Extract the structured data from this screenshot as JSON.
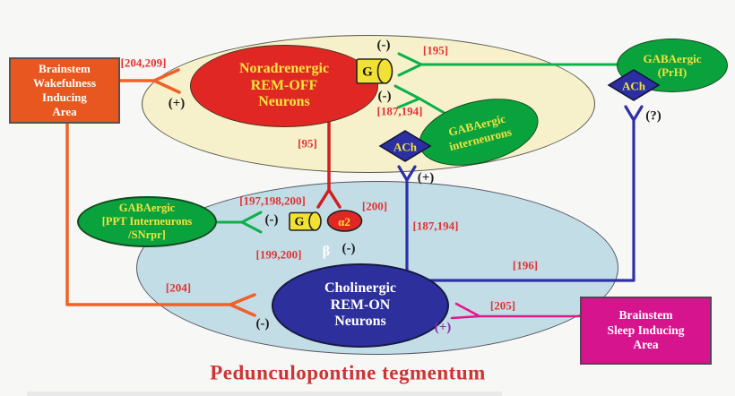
{
  "title": "Pedunculopontine tegmentum",
  "boxes": {
    "wakefulness": {
      "line1": "Brainstem",
      "line2": "Wakefulness",
      "line3": "Inducing",
      "line4": "Area"
    },
    "sleep": {
      "line1": "Brainstem",
      "line2": "Sleep Inducing",
      "line3": "Area"
    }
  },
  "neurons": {
    "rem_off": {
      "line1": "Noradrenergic",
      "line2": "REM-OFF",
      "line3": "Neurons"
    },
    "rem_on": {
      "line1": "Cholinergic",
      "line2": "REM-ON",
      "line3": "Neurons"
    },
    "gaba_prh": {
      "line1": "GABAergic",
      "line2": "(PrH)"
    },
    "gaba_interneurons": {
      "line1": "GABAergic",
      "line2": "interneurons"
    },
    "gaba_ppt": {
      "line1": "GABAergic",
      "line2": "[PPT Interneurons",
      "line3": "/SNrpr]"
    }
  },
  "receptors": {
    "g_top": "G",
    "g_bottom": "G",
    "alpha2": "α2",
    "beta": "β",
    "ach_mid": "ACh",
    "ach_right": "ACh"
  },
  "refs": {
    "wake_to_remoff": "[204,209]",
    "prh_to_remoff": "[195]",
    "inter_to_remoff": "[187,194]",
    "remoff_to_remon": "[95]",
    "ppt_to_remon": "[197,198,200]",
    "alpha2": "[200]",
    "beta": "[199,200]",
    "remon_to_inter": "[187,194]",
    "remon_to_prh": "[196]",
    "wake_to_remon": "[204]",
    "sleep_to_remon": "[205]"
  },
  "signs": {
    "wake_excite": "(+)",
    "prh_inhibit": "(-)",
    "inter_inhibit": "(-)",
    "ach_excite": "(+)",
    "prh_unknown": "(?)",
    "ppt_inhibit": "(-)",
    "beta_inhibit": "(-)",
    "wake_inhibit": "(-)",
    "sleep_excite": "(+)"
  },
  "colors": {
    "wake_box": "#e8571f",
    "sleep_box": "#d6148e",
    "rem_off_fill": "#e12724",
    "rem_on_fill": "#2c2f9c",
    "gaba_green": "#0aa23d",
    "cream_region": "#f6f1ca",
    "blue_region": "#c3dde7",
    "yellow_text": "#f2e33d",
    "ref_red": "#e23333",
    "line_orange": "#f06029",
    "line_green": "#0db04b",
    "line_blue": "#2d31a6",
    "line_magenta": "#e0188c",
    "line_red": "#cf2020",
    "title_red": "#cf3434"
  }
}
